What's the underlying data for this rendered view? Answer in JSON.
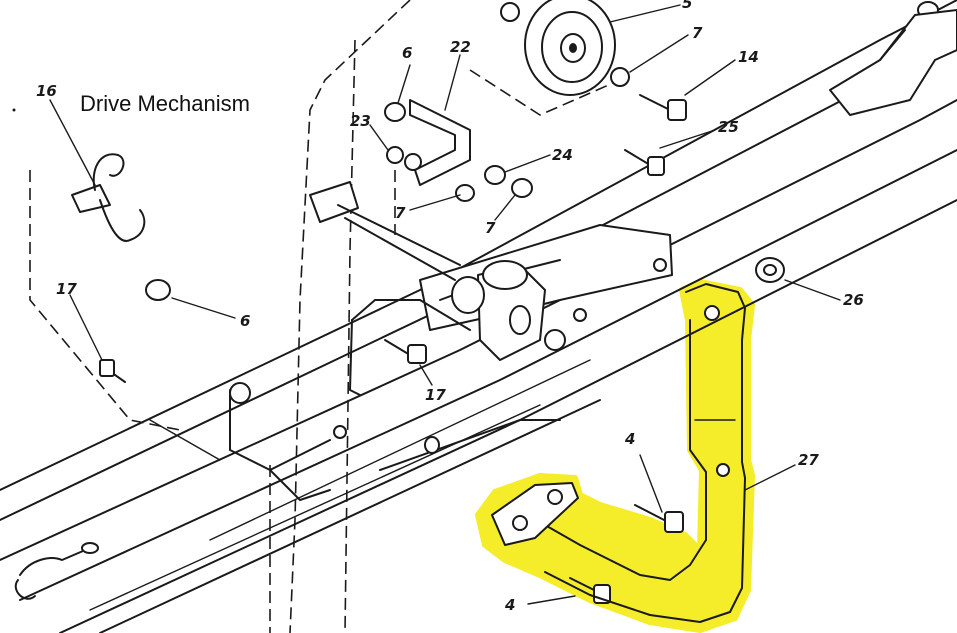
{
  "title": "Drive Mechanism",
  "highlight_color": "#f5ec2a",
  "line_color": "#1a1a1a",
  "callouts": {
    "c16": "16",
    "c6a": "6",
    "c22": "22",
    "c5": "5",
    "c7a": "7",
    "c14": "14",
    "c23": "23",
    "c25": "25",
    "c24": "24",
    "c7b": "7",
    "c7c": "7",
    "c6b": "6",
    "c17a": "17",
    "c17b": "17",
    "c26": "26",
    "c27": "27",
    "c4a": "4",
    "c4b": "4"
  }
}
